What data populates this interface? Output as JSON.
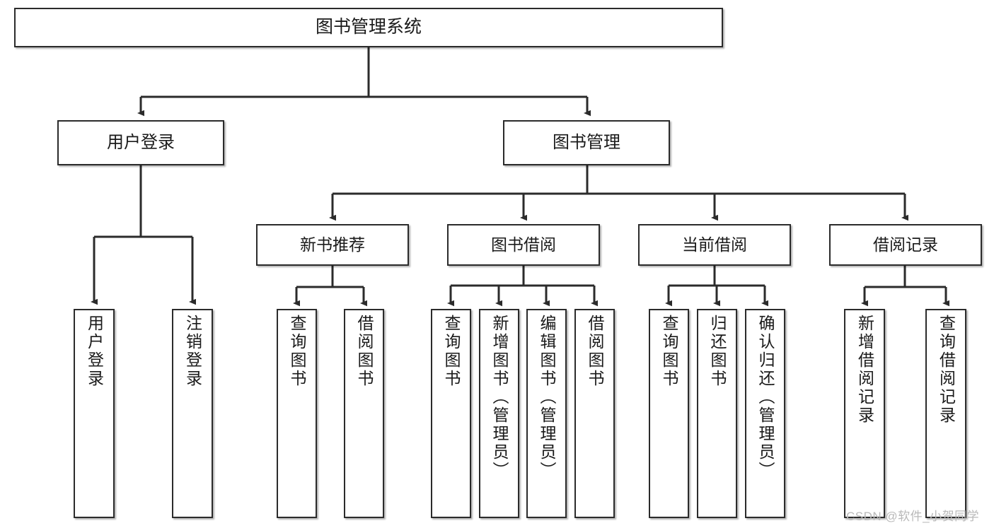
{
  "diagram": {
    "title": "图书管理系统",
    "watermark": "CSDN @软件_小贺同学",
    "colors": {
      "border": "#2b2b2b",
      "fill": "#ffffff",
      "text": "#1a1a1a",
      "edge": "#2b2b2b",
      "watermark": "#b9b9b9"
    },
    "root": {
      "label": "图书管理系统"
    },
    "level1": [
      {
        "label": "用户登录"
      },
      {
        "label": "图书管理"
      }
    ],
    "level2": [
      {
        "label": "新书推荐"
      },
      {
        "label": "图书借阅"
      },
      {
        "label": "当前借阅"
      },
      {
        "label": "借阅记录"
      }
    ],
    "leaves": {
      "user_login": [
        {
          "label": "用户登录"
        },
        {
          "label": "注销登录"
        }
      ],
      "new_book_recommend": [
        {
          "label": "查询图书"
        },
        {
          "label": "借阅图书"
        }
      ],
      "book_borrow": [
        {
          "label": "查询图书"
        },
        {
          "label": "新增图书（管理员）"
        },
        {
          "label": "编辑图书（管理员）"
        },
        {
          "label": "借阅图书"
        }
      ],
      "current_borrow": [
        {
          "label": "查询图书"
        },
        {
          "label": "归还图书"
        },
        {
          "label": "确认归还（管理员）"
        }
      ],
      "borrow_record": [
        {
          "label": "新增借阅记录"
        },
        {
          "label": "查询借阅记录"
        }
      ]
    }
  }
}
